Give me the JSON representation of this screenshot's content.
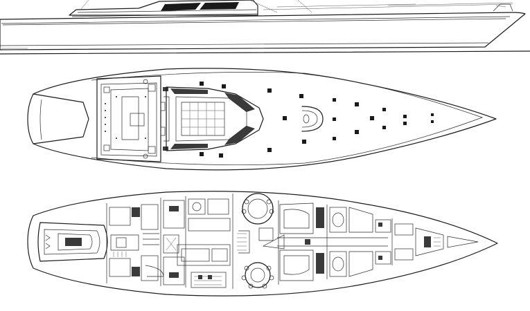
{
  "drawing": {
    "views": [
      "side-profile",
      "deck-plan",
      "interior-layout"
    ],
    "colors": {
      "ink": "#1a1a1a",
      "paper": "#ffffff"
    }
  }
}
